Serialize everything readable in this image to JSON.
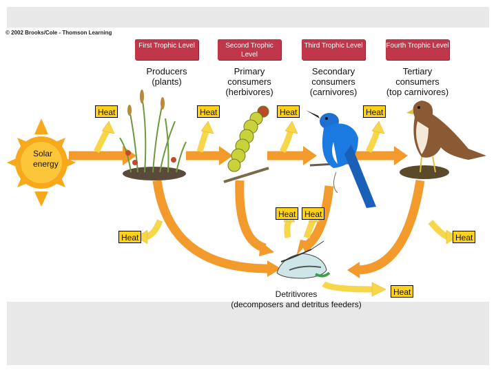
{
  "copyright": "© 2002 Brooks/Cole - Thomson Learning",
  "levels": [
    {
      "label": "First Trophic\nLevel",
      "title": "Producers\n(plants)"
    },
    {
      "label": "Second Trophic\nLevel",
      "title": "Primary\nconsumers\n(herbivores)"
    },
    {
      "label": "Third Trophic\nLevel",
      "title": "Secondary\nconsumers\n(carnivores)"
    },
    {
      "label": "Fourth Trophic\nLevel",
      "title": "Tertiary\nconsumers\n(top carnivores)"
    }
  ],
  "solar_label": "Solar\nenergy",
  "detritivores_label": "Detritivores\n(decomposers and detritus feeders)",
  "heat_label": "Heat",
  "colors": {
    "level_box": "#c0364a",
    "heat_box": "#ffd21a",
    "flow_arrow": "#f39a2c",
    "heat_arrow": "#f8d64a",
    "sun": "#f7a81b"
  }
}
